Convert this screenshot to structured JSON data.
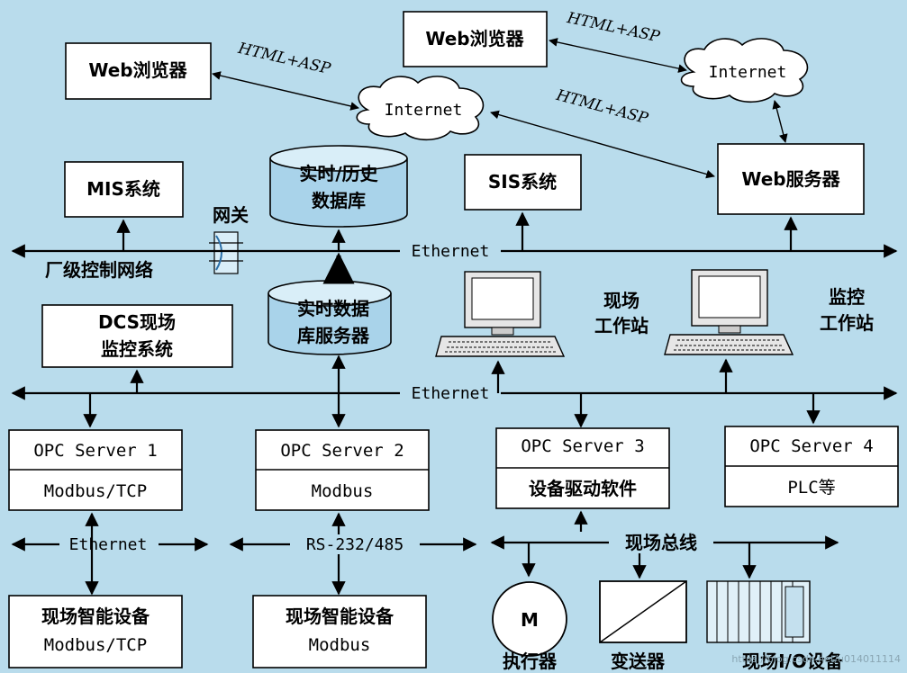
{
  "colors": {
    "background": "#b9dcec",
    "box": "#ffffff",
    "database": "#a9d3ea"
  },
  "web_browser_top": "Web浏览器",
  "web_browser_left": "Web浏览器",
  "internet_top": "Internet",
  "internet_mid": "Internet",
  "html_asp_top": "HTML+ASP",
  "html_asp_left": "HTML+ASP",
  "html_asp_right": "HTML+ASP",
  "web_server": "Web服务器",
  "mis_system": "MIS系统",
  "sis_system": "SIS系统",
  "history_db": {
    "line1": "实时/历史",
    "line2": "数据库"
  },
  "gateway": "网关",
  "ethernet_plant": "Ethernet",
  "plant_network": "厂级控制网络",
  "dcs": {
    "line1": "DCS现场",
    "line2": "监控系统"
  },
  "rt_db_server": {
    "line1": "实时数据",
    "line2": "库服务器"
  },
  "field_station": {
    "line1": "现场",
    "line2": "工作站"
  },
  "monitor_station": {
    "line1": "监控",
    "line2": "工作站"
  },
  "ethernet_control": "Ethernet",
  "opc1": {
    "title": "OPC Server 1",
    "sub": "Modbus/TCP"
  },
  "opc2": {
    "title": "OPC Server 2",
    "sub": "Modbus"
  },
  "opc3": {
    "title": "OPC Server 3",
    "sub": "设备驱动软件"
  },
  "opc4": {
    "title": "OPC Server 4",
    "sub": "PLC等"
  },
  "bus1": "Ethernet",
  "bus2": "RS-232/485",
  "bus3": "现场总线",
  "dev1": {
    "line1": "现场智能设备",
    "line2": "Modbus/TCP"
  },
  "dev2": {
    "line1": "现场智能设备",
    "line2": "Modbus"
  },
  "actuator": {
    "symbol": "M",
    "label": "执行器"
  },
  "transmitter": "变送器",
  "io_device": "现场I/O设备",
  "watermark": "https://blog.csdn.net/u014011114"
}
